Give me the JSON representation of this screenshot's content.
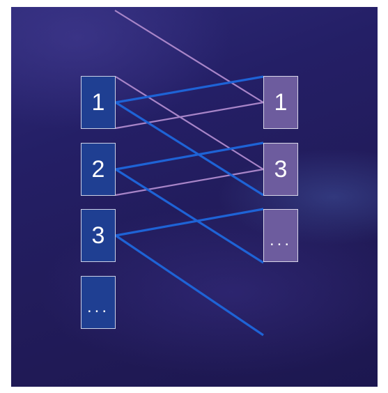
{
  "left_column": {
    "labels": [
      "1",
      "2",
      "3",
      "..."
    ]
  },
  "right_column": {
    "labels": [
      "1",
      "3",
      "..."
    ]
  },
  "colors": {
    "blue_link": "#1e63d6",
    "purple_link": "#a885c8",
    "left_box_fill": "#1f3f92",
    "right_box_fill": "#6d5c9e",
    "box_border": "#ebebf5"
  }
}
